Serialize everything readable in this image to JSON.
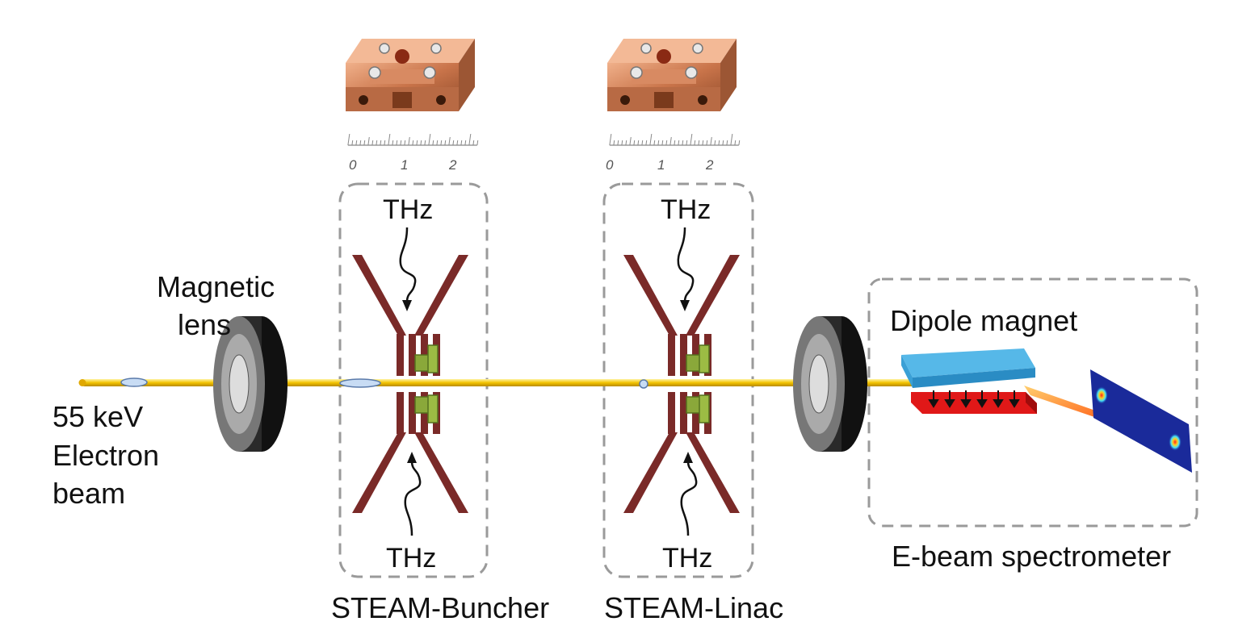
{
  "source": {
    "line1": "55 keV",
    "line2": "Electron",
    "line3": "beam"
  },
  "lens": {
    "line1": "Magnetic",
    "line2": "lens"
  },
  "buncher": {
    "label": "STEAM-Buncher",
    "thz_top": "THz",
    "thz_bottom": "THz",
    "ruler_ticks": [
      "0",
      "1",
      "2"
    ]
  },
  "linac": {
    "label": "STEAM-Linac",
    "thz_top": "THz",
    "thz_bottom": "THz",
    "ruler_ticks": [
      "0",
      "1",
      "2"
    ]
  },
  "spectrometer": {
    "magnet_label": "Dipole magnet",
    "label": "E-beam spectrometer"
  },
  "colors": {
    "beam": "#f2c200",
    "copper": "#c9744a",
    "electrode": "#7a2a28",
    "coil": "#8aa83a",
    "magnet_top": "#3aa8e0",
    "magnet_bottom": "#e01818",
    "screen": "#1a2a9a",
    "box_dash": "#9a9a9a"
  }
}
